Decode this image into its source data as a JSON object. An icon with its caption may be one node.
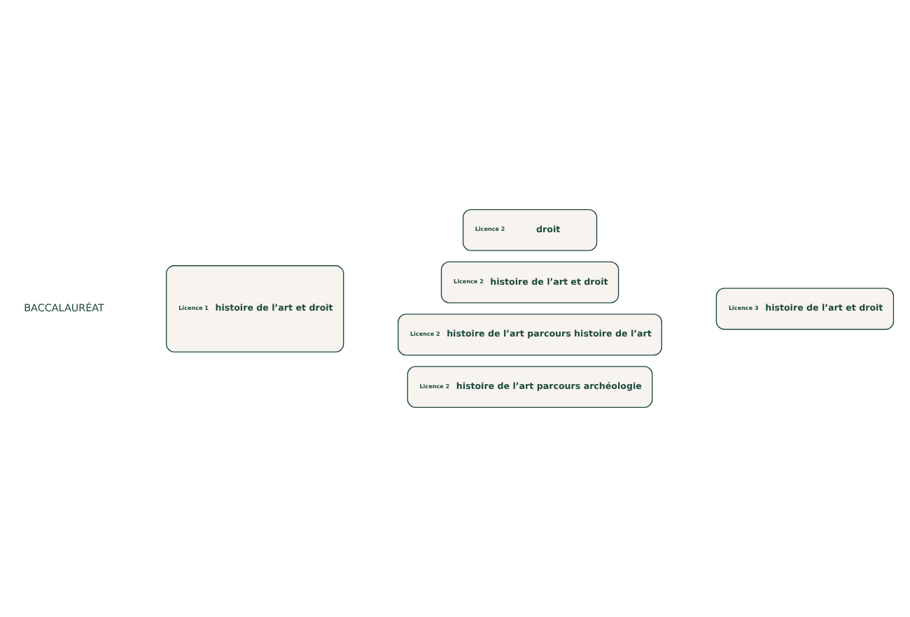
{
  "diagram": {
    "nodes": [
      {
        "text": [
          "Licence 1",
          "histoire de l’art et droit"
        ]
      },
      {
        "text": [
          "Licence 2",
          "droit"
        ]
      },
      {
        "text": [
          "Licence 2",
          "histoire de l’art et droit"
        ]
      },
      {
        "text": [
          "Licence 2",
          "histoire de l’art parcours histoire de l’art"
        ]
      },
      {
        "text": [
          "Licence 2",
          "histoire de l’art parcours archéologie"
        ]
      },
      {
        "text": [
          "Licence 3",
          "histoire de l’art et droit"
        ]
      }
    ],
    "edges": [],
    "labels": [
      "BACCALAURÉAT"
    ]
  }
}
